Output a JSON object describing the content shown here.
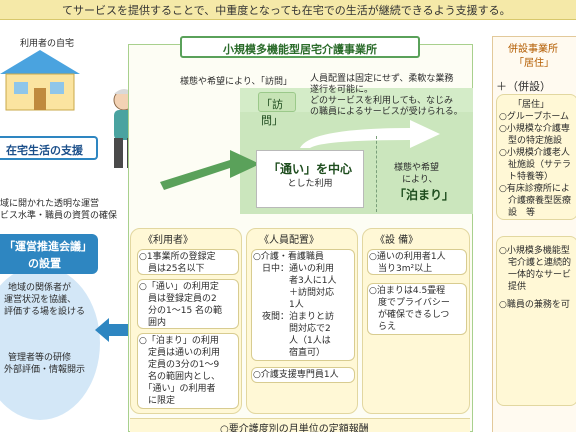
{
  "banner": {
    "text": "てサービスを提供することで、中重度となっても在宅での生活が継続できるよう支援する。"
  },
  "left": {
    "home_label": "利用者の自宅",
    "instay_label": "在宅生活の支援",
    "open_line1": "域に開かれた透明な運営",
    "open_line2": "ビス水準・職員の資質の確保",
    "council_line1": "「運営推進会議」",
    "council_line2": "の設置",
    "council_desc": [
      "地域の関係者が",
      "運営状況を協議、",
      "評価する場を設ける"
    ],
    "training_desc": [
      "管理者等の研修",
      "外部評価・情報開示"
    ]
  },
  "main": {
    "title": "小規模多機能型居宅介護事業所",
    "wish_visit": "様態や希望により、「訪問」",
    "visit_label": "「訪問」",
    "visit_desc": [
      "人員配置は固定にせず、柔軟な業務",
      "遂行を可能に。",
      "どのサービスを利用しても、なじみ",
      "の職員によるサービスが受けられる。"
    ],
    "tsuu_main": "「通い」を中心",
    "tsuu_sub": "とした利用",
    "stay_line1": "様態や希望",
    "stay_line2": "により、",
    "stay_main": "「泊まり」",
    "bottom_text": "○要介護度別の月単位の定額報酬"
  },
  "sections": {
    "users": {
      "title": "《利用者》",
      "items": [
        [
          "○1事業所の登録定",
          "　員は25名以下"
        ],
        [
          "○「通い」の利用定",
          "　員は登録定員の2",
          "　分の1〜15 名の範",
          "　囲内"
        ],
        [
          "○「泊まり」の利用",
          "　定員は通いの利用",
          "　定員の3分の1〜9",
          "　名の範囲内とし、",
          "　「通い」の利用者",
          "　に限定"
        ]
      ]
    },
    "staff": {
      "title": "《人員配置》",
      "items": [
        [
          "○介護・看護職員",
          "　日中：通いの利用",
          "　　　　者3人に1人",
          "　　　　＋訪問対応",
          "　　　　1人",
          "　夜間：泊まりと訪",
          "　　　　問対応で2",
          "　　　　人（1人は",
          "　　　　宿直可）"
        ],
        [
          "○介護支援専門員1人"
        ]
      ]
    },
    "equip": {
      "title": "《設 備》",
      "items": [
        [
          "○通いの利用者1人",
          "　当り3m²以上"
        ],
        [
          "○泊まりは4.5畳程",
          "　度でプライバシー",
          "　が確保できるしつ",
          "　らえ"
        ]
      ]
    }
  },
  "right": {
    "title_line1": "併設事業所",
    "title_line2": "「居住」",
    "plus_label": "＋（併設）",
    "box1": [
      "「居住」",
      "○グループホーム",
      "○小規模な介護専",
      "　型の特定施設",
      "○小規模介護老人",
      "　祉施設（サテラ",
      "　ト特養等）",
      "○有床診療所によ",
      "　介護療養型医療",
      "　設　等"
    ],
    "box2": [
      "○小規模多機能型",
      "　宅介護と連続的",
      "　一体的なサービ",
      "　提供",
      "○職員の兼務を可"
    ]
  },
  "colors": {
    "accent_blue": "#2e86c1",
    "accent_green": "#5aa15a",
    "band_yellow": "#fff8d6"
  }
}
